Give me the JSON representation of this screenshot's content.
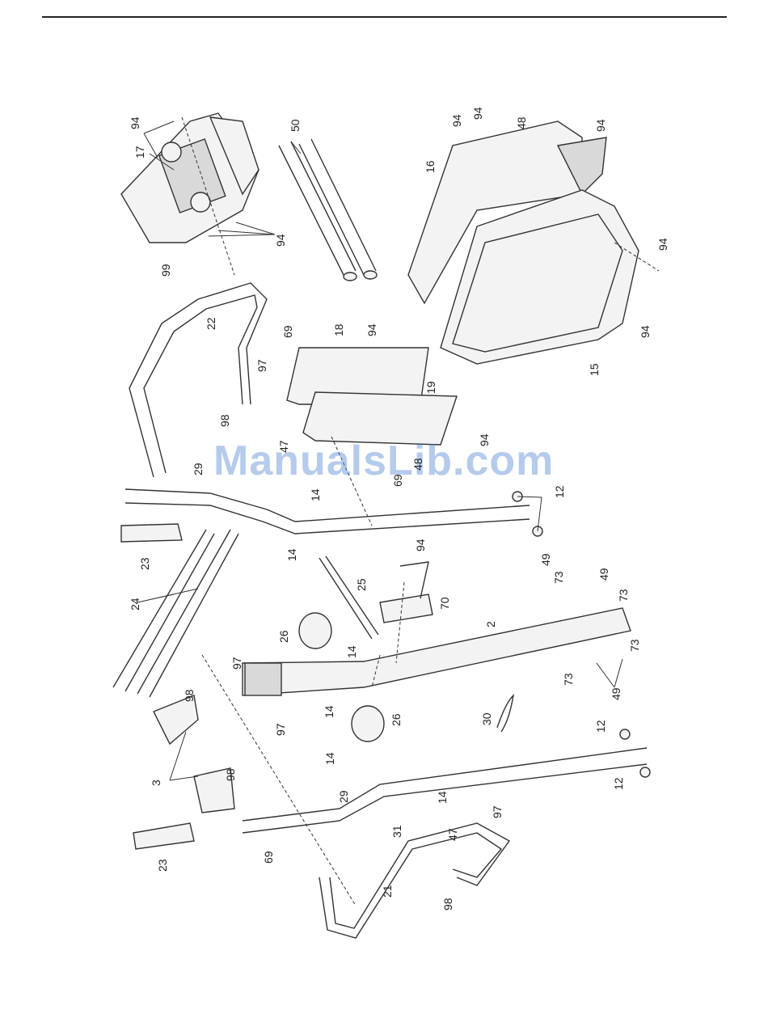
{
  "watermark": "ManualsLib.com",
  "callouts": [
    {
      "id": "c94a",
      "text": "94"
    },
    {
      "id": "c17",
      "text": "17"
    },
    {
      "id": "c99",
      "text": "99"
    },
    {
      "id": "c94b",
      "text": "94"
    },
    {
      "id": "c50",
      "text": "50"
    },
    {
      "id": "c94c",
      "text": "94"
    },
    {
      "id": "c94d",
      "text": "94"
    },
    {
      "id": "c48a",
      "text": "48"
    },
    {
      "id": "c94e",
      "text": "94"
    },
    {
      "id": "c16",
      "text": "16"
    },
    {
      "id": "c94f",
      "text": "94"
    },
    {
      "id": "c94g",
      "text": "94"
    },
    {
      "id": "c15",
      "text": "15"
    },
    {
      "id": "c22",
      "text": "22"
    },
    {
      "id": "c69a",
      "text": "69"
    },
    {
      "id": "c18",
      "text": "18"
    },
    {
      "id": "c94h",
      "text": "94"
    },
    {
      "id": "c19",
      "text": "19"
    },
    {
      "id": "c97a",
      "text": "97"
    },
    {
      "id": "c98a",
      "text": "98"
    },
    {
      "id": "c47a",
      "text": "47"
    },
    {
      "id": "c94i",
      "text": "94"
    },
    {
      "id": "c48b",
      "text": "48"
    },
    {
      "id": "c69b",
      "text": "69"
    },
    {
      "id": "c29a",
      "text": "29"
    },
    {
      "id": "c14a",
      "text": "14"
    },
    {
      "id": "c12a",
      "text": "12"
    },
    {
      "id": "c23a",
      "text": "23"
    },
    {
      "id": "c14b",
      "text": "14"
    },
    {
      "id": "c25",
      "text": "25"
    },
    {
      "id": "c94j",
      "text": "94"
    },
    {
      "id": "c70",
      "text": "70"
    },
    {
      "id": "c49a",
      "text": "49"
    },
    {
      "id": "c73a",
      "text": "73"
    },
    {
      "id": "c49b",
      "text": "49"
    },
    {
      "id": "c73b",
      "text": "73"
    },
    {
      "id": "c24",
      "text": "24"
    },
    {
      "id": "c26a",
      "text": "26"
    },
    {
      "id": "c14c",
      "text": "14"
    },
    {
      "id": "c2",
      "text": "2"
    },
    {
      "id": "c73c",
      "text": "73"
    },
    {
      "id": "c73d",
      "text": "73"
    },
    {
      "id": "c49c",
      "text": "49"
    },
    {
      "id": "c97b",
      "text": "97"
    },
    {
      "id": "c98b",
      "text": "98"
    },
    {
      "id": "c14d",
      "text": "14"
    },
    {
      "id": "c26b",
      "text": "26"
    },
    {
      "id": "c97c",
      "text": "97"
    },
    {
      "id": "c98c",
      "text": "98"
    },
    {
      "id": "c30",
      "text": "30"
    },
    {
      "id": "c12b",
      "text": "12"
    },
    {
      "id": "c12c",
      "text": "12"
    },
    {
      "id": "c14e",
      "text": "14"
    },
    {
      "id": "c3",
      "text": "3"
    },
    {
      "id": "c29b",
      "text": "29"
    },
    {
      "id": "c14f",
      "text": "14"
    },
    {
      "id": "c31",
      "text": "31"
    },
    {
      "id": "c47b",
      "text": "47"
    },
    {
      "id": "c97d",
      "text": "97"
    },
    {
      "id": "c23b",
      "text": "23"
    },
    {
      "id": "c69c",
      "text": "69"
    },
    {
      "id": "c21",
      "text": "21"
    },
    {
      "id": "c98d",
      "text": "98"
    }
  ]
}
